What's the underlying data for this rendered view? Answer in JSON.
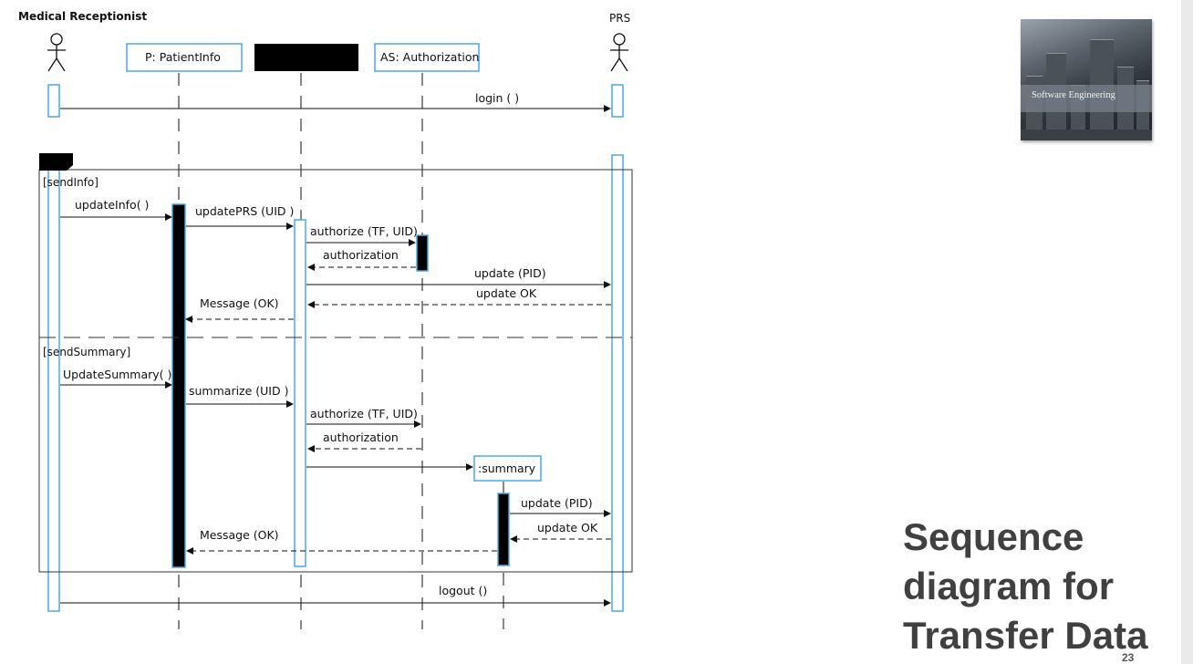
{
  "diagram": {
    "actors": {
      "receptionist": "Medical Receptionist",
      "prs": "PRS"
    },
    "objects": {
      "patient_info": "P: PatientInfo",
      "authorization": "AS: Authorization",
      "summary": ":summary"
    },
    "guards": {
      "send_info": "[sendInfo]",
      "send_summary": "[sendSummary]"
    },
    "messages": {
      "login": "login ( )",
      "update_info": "updateInfo( )",
      "update_prs": "updatePRS (UID )",
      "authorize_1": "authorize (TF, UID)",
      "authorization_1": "authorization",
      "update_pid_1": "update (PID)",
      "update_ok_1": "update OK",
      "message_ok_1": "Message (OK)",
      "update_summary": "UpdateSummary( )",
      "summarize": "summarize (UID )",
      "authorize_2": "authorize (TF, UID)",
      "authorization_2": "authorization",
      "update_pid_2": "update (PID)",
      "update_ok_2": "update OK",
      "message_ok_2": "Message (OK)",
      "logout": "logout ()"
    }
  },
  "book_cover": {
    "title": "Software Engineering"
  },
  "slide": {
    "title_lines": [
      "Sequence",
      "diagram for",
      "Transfer Data"
    ],
    "page_number": "23"
  },
  "colors": {
    "lifeline_blue": "#4aa8e0",
    "activation_black": "#000000",
    "title_gray": "#404040"
  }
}
